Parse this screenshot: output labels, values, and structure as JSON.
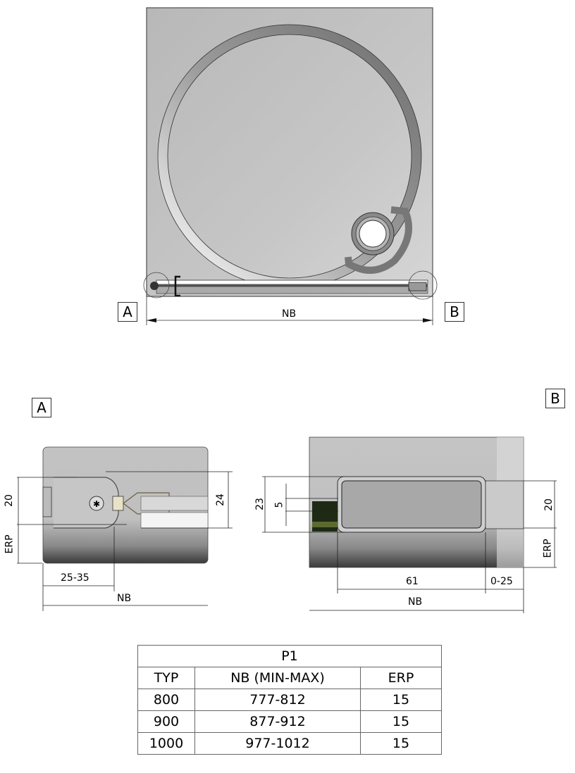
{
  "overview": {
    "dimension_label": "NB",
    "detail_markers": [
      "A",
      "B"
    ]
  },
  "detail_a": {
    "title": "A",
    "dimensions": {
      "profile_height": "20",
      "erp": "ERP",
      "glass_height": "24",
      "offset": "25-35",
      "nb": "NB"
    }
  },
  "detail_b": {
    "title": "B",
    "dimensions": {
      "handle_height": "23",
      "gap": "5",
      "profile_height": "20",
      "erp": "ERP",
      "handle_length": "61",
      "adjust": "0-25",
      "nb": "NB"
    }
  },
  "table": {
    "title": "P1",
    "headers": [
      "TYP",
      "NB (MIN-MAX)",
      "ERP"
    ],
    "rows": [
      [
        "800",
        "777-812",
        "15"
      ],
      [
        "900",
        "877-912",
        "15"
      ],
      [
        "1000",
        "977-1012",
        "15"
      ]
    ]
  },
  "colors": {
    "panel": "#c4c4c4",
    "groove_dark": "#6a6a6a",
    "line": "#222222"
  }
}
